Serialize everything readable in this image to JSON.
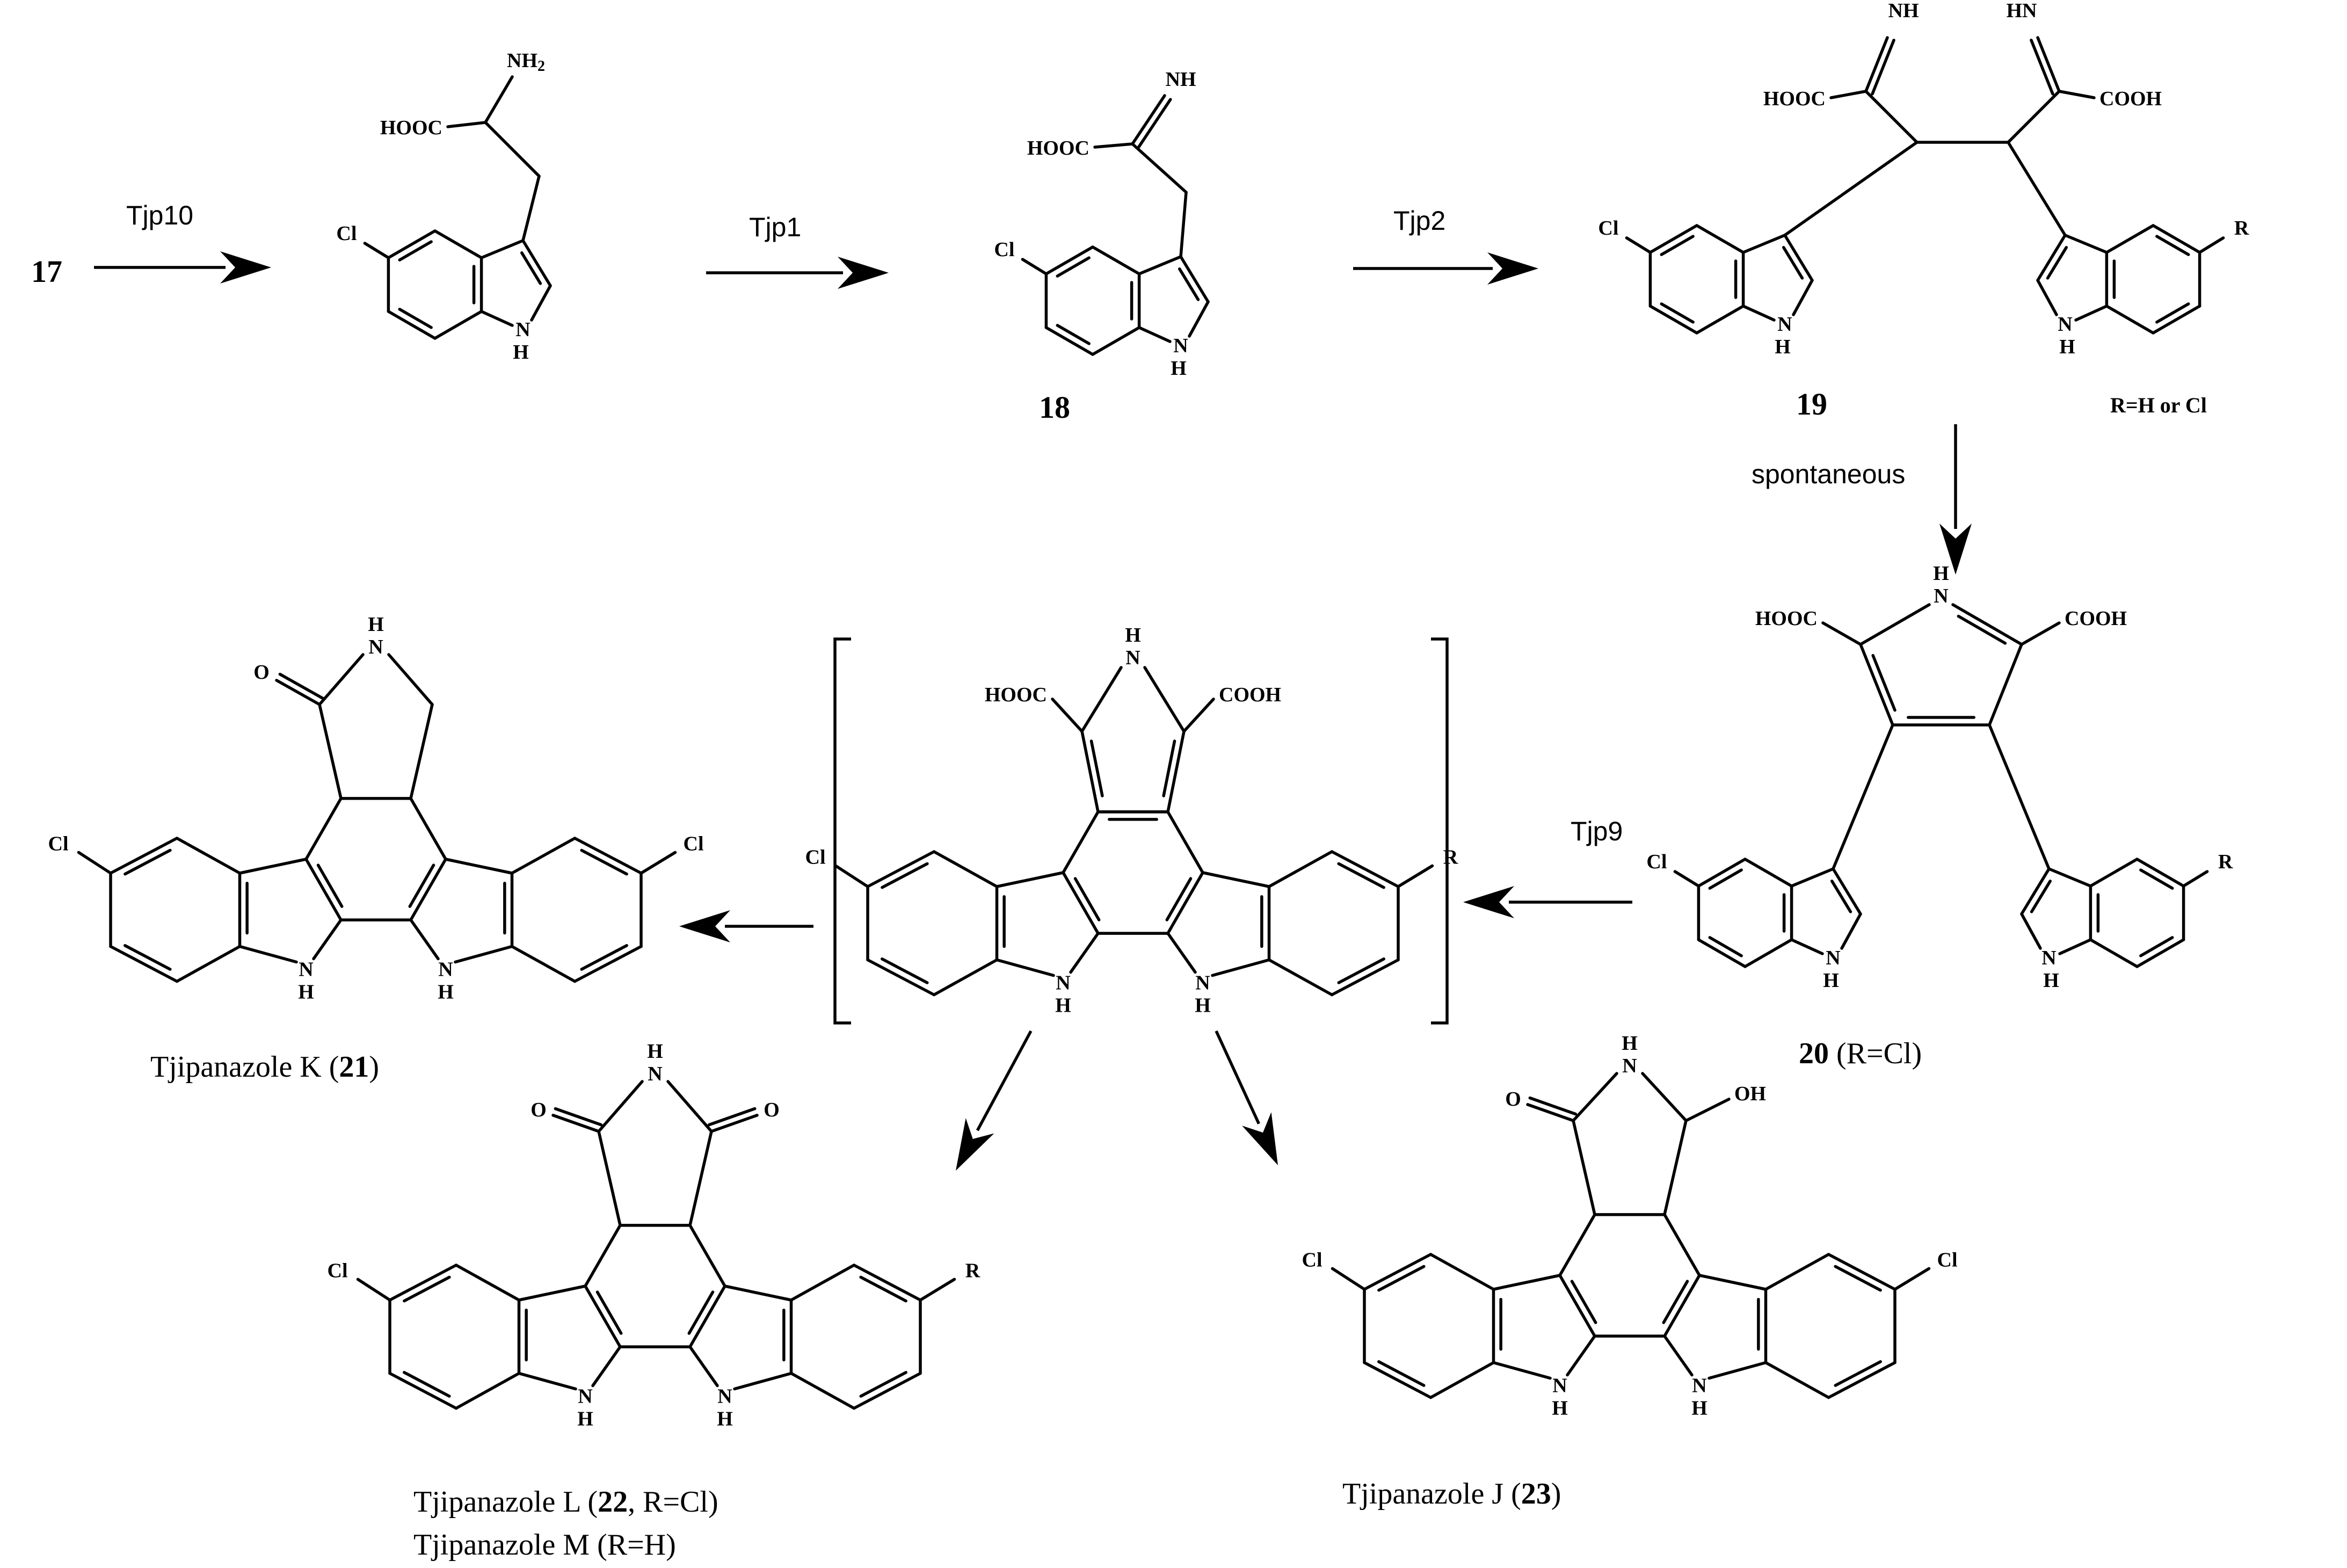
{
  "reagents": {
    "tjp10": "Tjp10",
    "tjp1": "Tjp1",
    "tjp2": "Tjp2",
    "spontaneous": "spontaneous",
    "tjp9": "Tjp9"
  },
  "compounds": {
    "c17": "17",
    "c18": "18",
    "c19": "19",
    "c19_r_note": "R=H or Cl",
    "c20_num": "20",
    "c20_note": " (R=Cl)",
    "k_name": "Tjipanazole K (",
    "k_num": "21",
    "k_close": ")",
    "l_name": "Tjipanazole L (",
    "l_num": "22",
    "l_note": ", R=Cl)",
    "m_label": "Tjipanazole M (R=H)",
    "j_name": "Tjipanazole J (",
    "j_num": "23",
    "j_close": ")"
  },
  "atoms": {
    "cl": "Cl",
    "r": "R",
    "n": "N",
    "h": "H",
    "o": "O",
    "nh2": "NH",
    "nh2_sub": "2",
    "nh": "NH",
    "hn": "HN",
    "hooc": "HOOC",
    "cooh": "COOH",
    "oh": "OH"
  }
}
